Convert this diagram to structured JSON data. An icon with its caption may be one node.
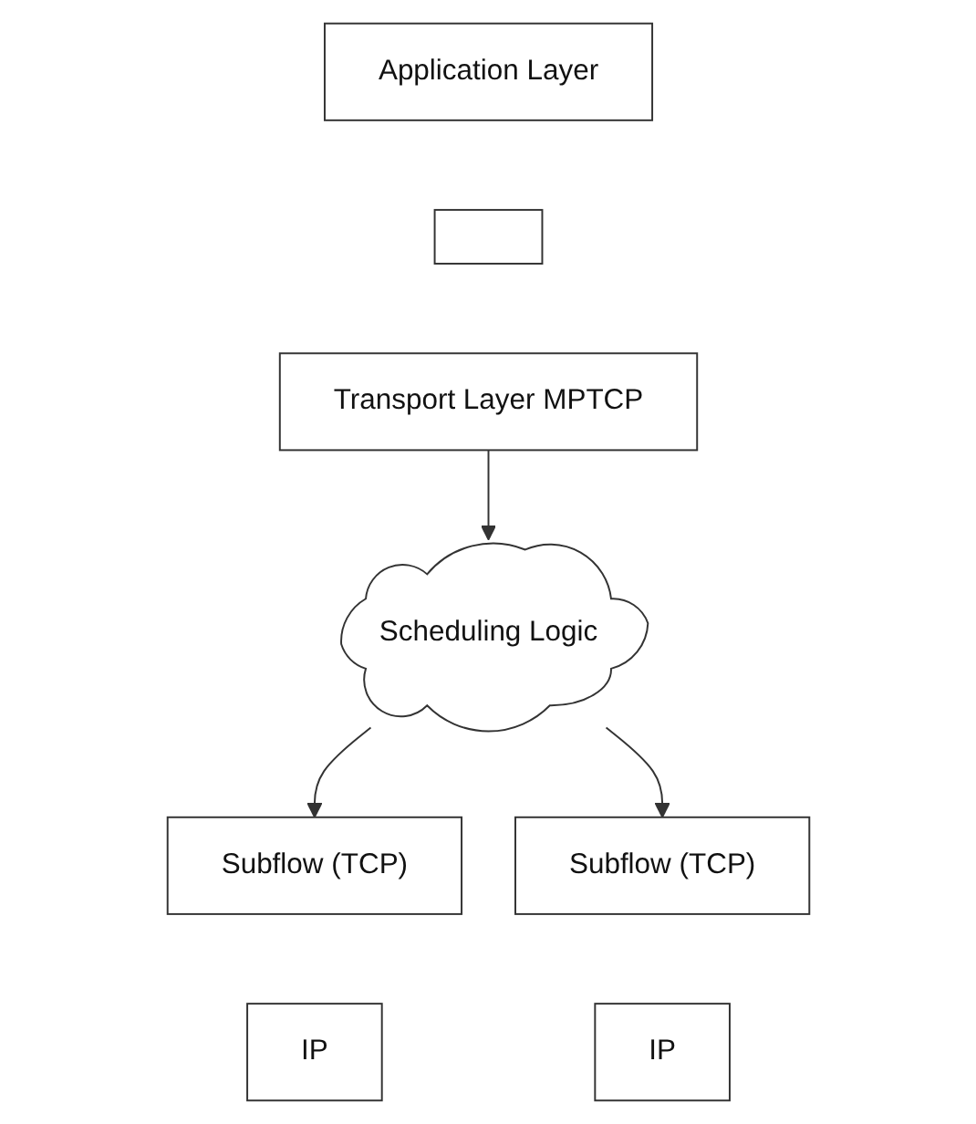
{
  "diagram": {
    "nodes": [
      {
        "text": [
          "Application Layer"
        ]
      },
      {
        "text": [],
        "shape": "box"
      },
      {
        "text": [
          "Transport Layer MPTCP"
        ]
      },
      {
        "text": [
          "Scheduling Logic"
        ]
      },
      {
        "text": [
          "Subflow (TCP)"
        ]
      },
      {
        "text": [
          "IP"
        ]
      },
      {
        "text": [
          "Subflow (TCP)"
        ]
      },
      {
        "text": [
          "IP"
        ]
      }
    ],
    "edges": [
      {
        "from": 2,
        "to": 3,
        "arrow": "to"
      },
      {
        "from": 3,
        "to": 4,
        "arrow": "to"
      },
      {
        "from": 3,
        "to": 6,
        "arrow": "to"
      }
    ]
  }
}
